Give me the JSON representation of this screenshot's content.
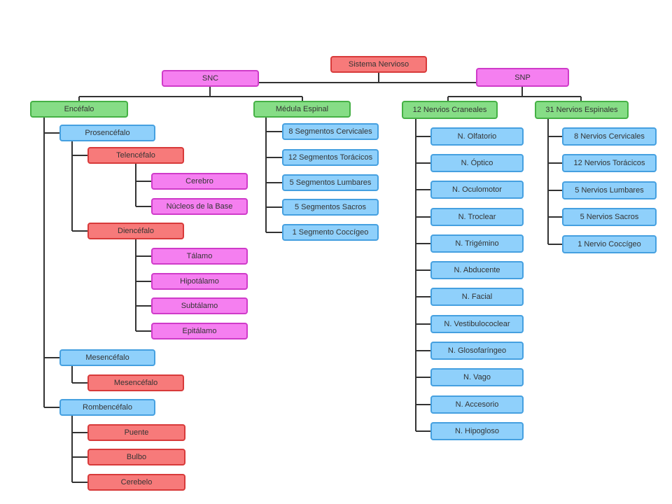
{
  "colors": {
    "red": "#f77a7a",
    "pink": "#f57ff0",
    "green": "#86dd86",
    "blue": "#8fd0fb",
    "connector": "#333333"
  },
  "nodes": {
    "root": "Sistema Nervioso",
    "snc": "SNC",
    "snp": "SNP",
    "encefalo": "Encéfalo",
    "medula": "Médula Espinal",
    "prosencefalo": "Prosencéfalo",
    "telencefalo": "Telencéfalo",
    "cerebro": "Cerebro",
    "nucleos": "Núcleos de la Base",
    "diencefalo": "Diencéfalo",
    "talamo": "Tálamo",
    "hipotalamo": "Hipotálamo",
    "subtalamo": "Subtálamo",
    "epitalamo": "Epitálamo",
    "mesencefalo_group": "Mesencéfalo",
    "mesencefalo": "Mesencéfalo",
    "rombencefalo": "Rombencéfalo",
    "puente": "Puente",
    "bulbo": "Bulbo",
    "cerebelo": "Cerebelo",
    "seg_cervicales": "8 Segmentos Cervicales",
    "seg_toracicos": "12 Segmentos Torácicos",
    "seg_lumbares": "5 Segmentos Lumbares",
    "seg_sacros": "5 Segmentos Sacros",
    "seg_coccigeo": "1 Segmento Coccígeo",
    "nervios_craneales": "12 Nervios Craneales",
    "olfatorio": "N. Olfatorio",
    "optico": "N. Óptico",
    "oculomotor": "N. Oculomotor",
    "troclear": "N. Troclear",
    "trigemino": "N. Trigémino",
    "abducente": "N. Abducente",
    "facial": "N. Facial",
    "vestibulococlear": "N. Vestibulococlear",
    "glosofaringeo": "N. Glosofaríngeo",
    "vago": "N. Vago",
    "accesorio": "N. Accesorio",
    "hipogloso": "N. Hipogloso",
    "nervios_espinales": "31 Nervios Espinales",
    "nerv_cervicales": "8 Nervios Cervicales",
    "nerv_toracicos": "12 Nervios Torácicos",
    "nerv_lumbares": "5 Nervios Lumbares",
    "nerv_sacros": "5 Nervios Sacros",
    "nerv_coccigeo": "1 Nervio Coccígeo"
  }
}
